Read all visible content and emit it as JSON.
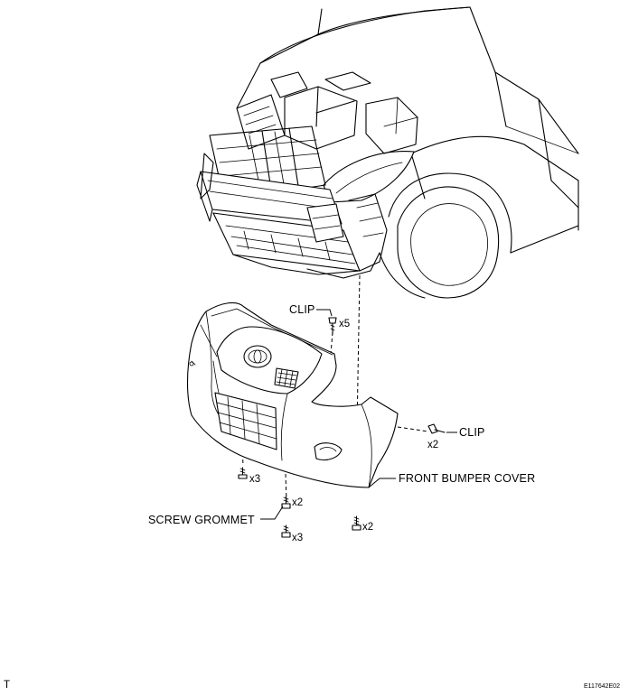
{
  "labels": {
    "clip_top": "CLIP",
    "clip_top_qty": "x5",
    "clip_right": "CLIP",
    "clip_right_qty": "x2",
    "front_bumper_cover": "FRONT BUMPER COVER",
    "screw_grommet": "SCREW GROMMET",
    "screw_grommet_qty": "x2",
    "screw_left_qty": "x3",
    "screw_bottom_qty": "x3",
    "screw_right_qty": "x2"
  },
  "footer": {
    "corner_mark": "T",
    "figure_id": "E117642E02"
  }
}
